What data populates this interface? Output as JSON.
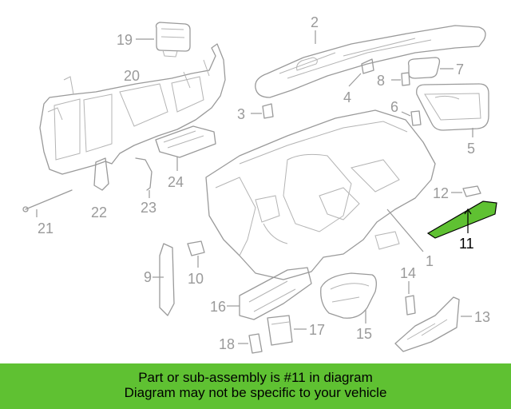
{
  "diagram": {
    "callouts": {
      "c1": "1",
      "c2": "2",
      "c3": "3",
      "c4": "4",
      "c5": "5",
      "c6": "6",
      "c7": "7",
      "c8": "8",
      "c9": "9",
      "c10": "10",
      "c11": "11",
      "c12": "12",
      "c13": "13",
      "c14": "14",
      "c15": "15",
      "c16": "16",
      "c17": "17",
      "c18": "18",
      "c19": "19",
      "c20": "20",
      "c21": "21",
      "c22": "22",
      "c23": "23",
      "c24": "24"
    },
    "highlighted_part": "11",
    "highlight_color": "#5fc132",
    "line_color": "#9a9a9a"
  },
  "banner": {
    "line1": "Part or sub-assembly is #11 in diagram",
    "line2": "Diagram may not be specific to your vehicle",
    "background": "#5fc132"
  }
}
